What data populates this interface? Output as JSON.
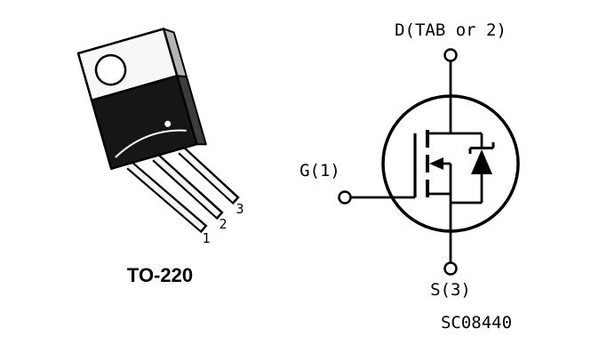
{
  "figure": {
    "package": {
      "label": "TO-220",
      "pin1": "1",
      "pin2": "2",
      "pin3": "3"
    },
    "schematic": {
      "drain_label": "D(TAB or 2)",
      "gate_label": "G(1)",
      "source_label": "S(3)",
      "code": "SC08440"
    },
    "colors": {
      "ink": "#000000",
      "background": "#ffffff",
      "package_body_fill": "#161616"
    }
  }
}
